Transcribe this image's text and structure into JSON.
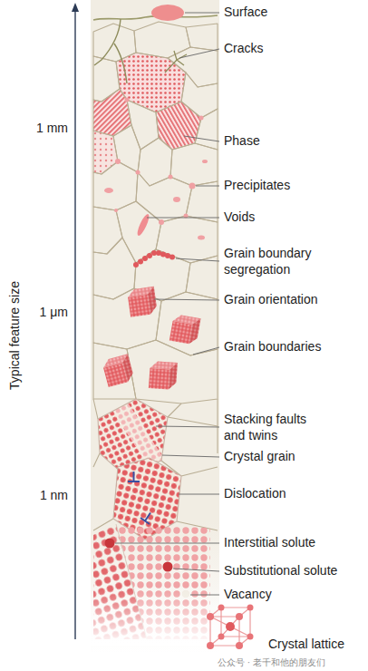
{
  "diagram": {
    "labels": [
      "Typical feature size",
      "1 mm",
      "1 μm",
      "1 nm",
      "Surface",
      "Cracks",
      "Phase",
      "Precipitates",
      "Voids",
      "Grain boundary segregation",
      "Grain orientation",
      "Grain boundaries",
      "Stacking faults and twins",
      "Crystal grain",
      "Dislocation",
      "Interstitial solute",
      "Substitutional solute",
      "Vacancy",
      "Crystal lattice",
      "公众号 · 老千和他的朋友们"
    ]
  }
}
